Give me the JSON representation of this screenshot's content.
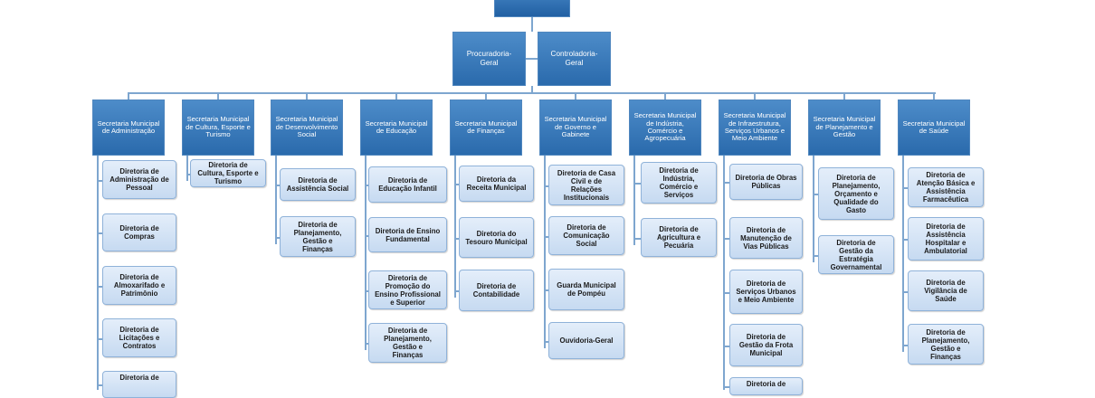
{
  "top_box": {
    "label": ""
  },
  "procuradoria": {
    "label": "Procuradoria-\nGeral"
  },
  "controladoria": {
    "label": "Controladoria-\nGeral"
  },
  "secretarias": [
    {
      "name": "Secretaria Municipal\nde Administração",
      "diretorias": [
        "Diretoria de\nAdministração de\nPessoal",
        "Diretoria de\nCompras",
        "Diretoria de\nAlmoxarifado e\nPatrimônio",
        "Diretoria de\nLicitações e\nContratos",
        "Diretoria de"
      ]
    },
    {
      "name": "Secretaria Municipal\nde Cultura, Esporte e\nTurismo",
      "diretorias": [
        "Diretoria de\nCultura, Esporte e\nTurismo"
      ]
    },
    {
      "name": "Secretaria Municipal\nde Desenvolvimento\nSocial",
      "diretorias": [
        "Diretoria de\nAssistência Social",
        "Diretoria de\nPlanejamento,\nGestão e\nFinanças"
      ]
    },
    {
      "name": "Secretaria Municipal\nde Educação",
      "diretorias": [
        "Diretoria de\nEducação Infantil",
        "Diretoria de Ensino\nFundamental",
        "Diretoria de\nPromoção do\nEnsino Profissional\ne Superior",
        "Diretoria de\nPlanejamento,\nGestão e\nFinanças"
      ]
    },
    {
      "name": "Secretaria Municipal\nde Finanças",
      "diretorias": [
        "Diretoria da\nReceita Municipal",
        "Diretoria do\nTesouro Municipal",
        "Diretoria de\nContabilidade"
      ]
    },
    {
      "name": "Secretaria Municipal\nde Governo e\nGabinete",
      "diretorias": [
        "Diretoria de Casa\nCivil e de\nRelações\nInstitucionais",
        "Diretoria de\nComunicação\nSocial",
        "Guarda Municipal\nde Pompéu",
        "Ouvidoria-Geral"
      ]
    },
    {
      "name": "Secretaria Municipal\nde Indústria,\nComércio e\nAgropecuária",
      "diretorias": [
        "Diretoria de\nIndústria,\nComércio e\nServiços",
        "Diretoria de\nAgricultura e\nPecuária"
      ]
    },
    {
      "name": "Secretaria Municipal\nde Infraestrutura,\nServiços Urbanos e\nMeio Ambiente",
      "diretorias": [
        "Diretoria de Obras\nPúblicas",
        "Diretoria de\nManutenção de\nVias Públicas",
        "Diretoria de\nServiços Urbanos\ne Meio Ambiente",
        "Diretoria de\nGestão da Frota\nMunicipal",
        "Diretoria de"
      ]
    },
    {
      "name": "Secretaria Municipal\nde Planejamento e\nGestão",
      "diretorias": [
        "Diretoria de\nPlanejamento,\nOrçamento e\nQualidade do\nGasto",
        "Diretoria de\nGestão da\nEstratégia\nGovernamental"
      ]
    },
    {
      "name": "Secretaria Municipal\nde Saúde",
      "diretorias": [
        "Diretoria de\nAtenção Básica e\nAssistência\nFarmacêutica",
        "Diretoria de\nAssistência\nHospitalar e\nAmbulatorial",
        "Diretoria de\nVigilância de\nSaúde",
        "Diretoria de\nPlanejamento,\nGestão e\nFinanças"
      ]
    }
  ],
  "colors": {
    "box_top": "#4d8cc9",
    "box_bottom": "#2a6aac",
    "sub_top": "#e4eefa",
    "sub_bottom": "#c6daf1",
    "connector": "#7ea6cf"
  }
}
